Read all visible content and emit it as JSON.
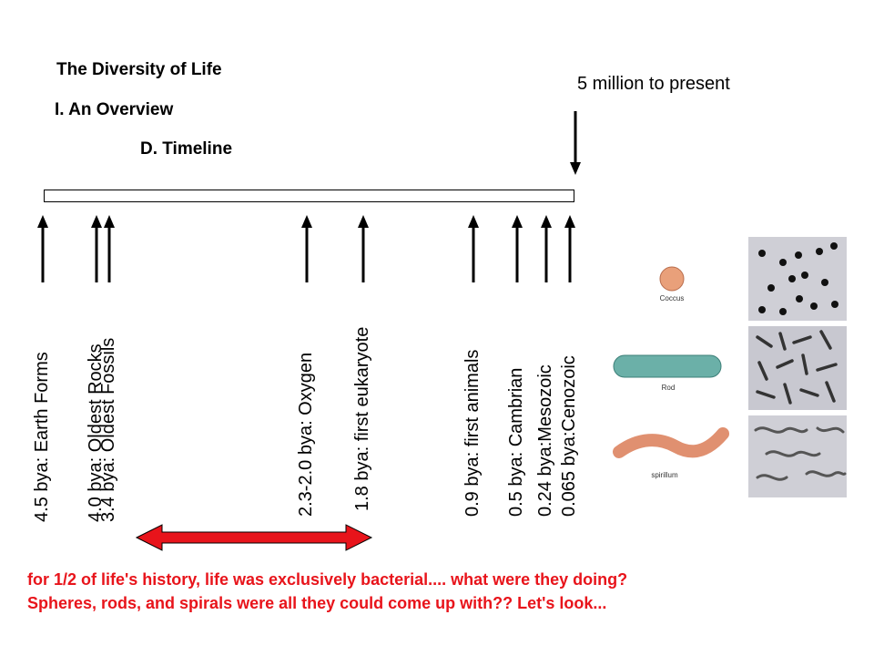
{
  "header": {
    "title": "The Diversity of Life",
    "section": "I. An Overview",
    "subsection": "D. Timeline"
  },
  "timeline": {
    "present_note": "5 million to present",
    "events": [
      {
        "label": "4.5 bya: Earth Forms"
      },
      {
        "label": "4.0 bya: Oldest Rocks"
      },
      {
        "label": "3.4 bya: Oldest Fossils"
      },
      {
        "label": "2.3-2.0 bya: Oxygen"
      },
      {
        "label": "1.8 bya: first eukaryote"
      },
      {
        "label": "0.9 bya: first animals"
      },
      {
        "label": "0.5 bya: Cambrian"
      },
      {
        "label": "0.24 bya:Mesozoic"
      },
      {
        "label": "0.065 bya:Cenozoic"
      }
    ],
    "span_arrow_color": "#e8141b"
  },
  "caption": {
    "line1": "for 1/2 of life's history, life was exclusively bacterial.... what were they doing?",
    "line2": "Spheres, rods, and spirals were all they could come up with?? Let's look..."
  },
  "bacteria_figure": {
    "coccus_label": "Coccus",
    "rod_label": "Rod",
    "spirillum_label": "spirillum"
  }
}
